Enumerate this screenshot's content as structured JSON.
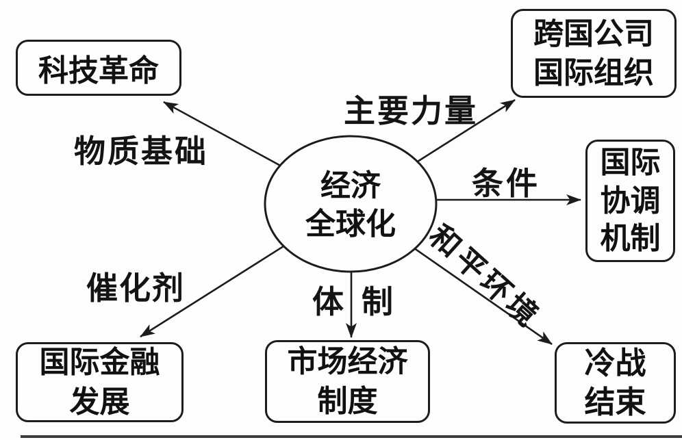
{
  "diagram": {
    "center_node": {
      "label": "经济\n全球化"
    },
    "nodes": {
      "tech_revolution": {
        "label": "科技革命"
      },
      "multinational": {
        "label": "跨国公司\n国际组织"
      },
      "coordination": {
        "label": "国际\n协调\n机制"
      },
      "cold_war": {
        "label": "冷战\n结束"
      },
      "market_economy": {
        "label": "市场经济\n制度"
      },
      "intl_finance": {
        "label": "国际金融\n发展"
      }
    },
    "edges": [
      {
        "label": "物质基础",
        "from": "经济全球化",
        "to": "科技革命"
      },
      {
        "label": "主要力量",
        "from": "经济全球化",
        "to": "跨国公司国际组织"
      },
      {
        "label": "条件",
        "from": "经济全球化",
        "to": "国际协调机制"
      },
      {
        "label": "和平环境",
        "from": "经济全球化",
        "to": "冷战结束"
      },
      {
        "label": "体 制",
        "from": "经济全球化",
        "to": "市场经济制度"
      },
      {
        "label": "催化剂",
        "from": "经济全球化",
        "to": "国际金融发展"
      }
    ],
    "colors": {
      "line": "#1c1c1c",
      "text": "#111111",
      "background": "#fdfdfd"
    }
  }
}
